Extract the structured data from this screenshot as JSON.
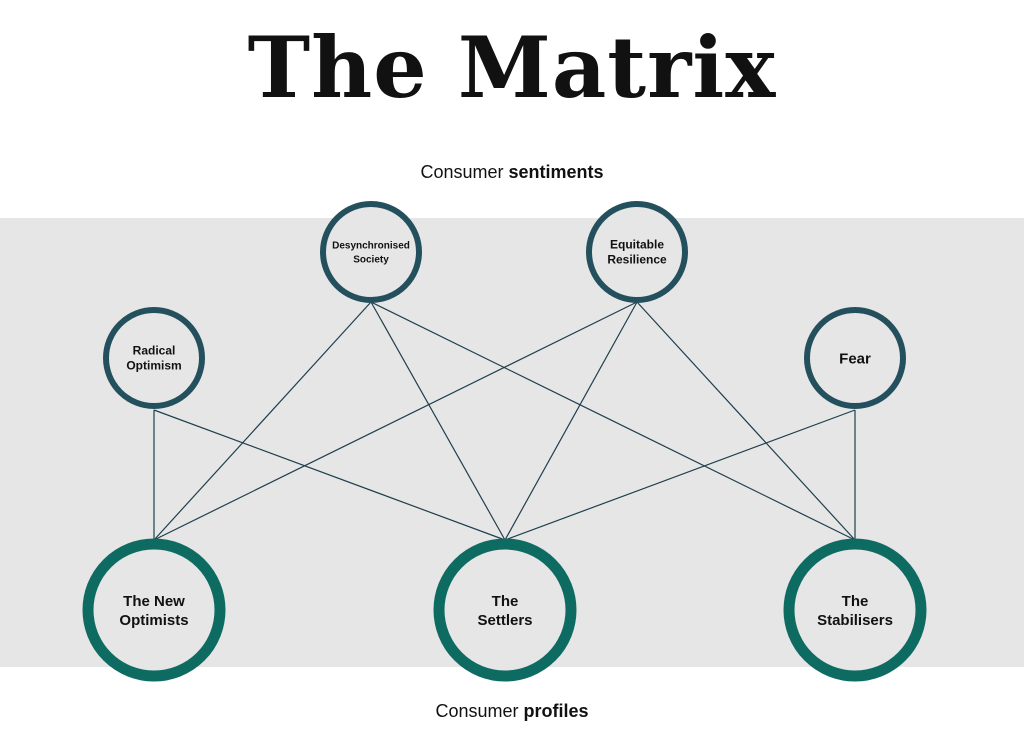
{
  "title": "The Matrix",
  "top_label": {
    "prefix": "Consumer",
    "emphasis": "sentiments"
  },
  "bottom_label": {
    "prefix": "Consumer",
    "emphasis": "profiles"
  },
  "colors": {
    "sentiment_ring": "#24505e",
    "profile_ring": "#0e6b62",
    "connector": "#1f3f4d",
    "band": "#e6e6e6"
  },
  "sentiments": [
    {
      "id": "radical-optimism",
      "lines": [
        "Radical",
        "Optimism"
      ]
    },
    {
      "id": "desynchronised-society",
      "lines": [
        "Desynchronised",
        "Society"
      ]
    },
    {
      "id": "equitable-resilience",
      "lines": [
        "Equitable",
        "Resilience"
      ]
    },
    {
      "id": "fear",
      "lines": [
        "Fear"
      ]
    }
  ],
  "profiles": [
    {
      "id": "the-new-optimists",
      "lines": [
        "The New",
        "Optimists"
      ]
    },
    {
      "id": "the-settlers",
      "lines": [
        "The",
        "Settlers"
      ]
    },
    {
      "id": "the-stabilisers",
      "lines": [
        "The",
        "Stabilisers"
      ]
    }
  ],
  "links": [
    [
      "radical-optimism",
      "the-new-optimists"
    ],
    [
      "radical-optimism",
      "the-settlers"
    ],
    [
      "desynchronised-society",
      "the-new-optimists"
    ],
    [
      "desynchronised-society",
      "the-settlers"
    ],
    [
      "desynchronised-society",
      "the-stabilisers"
    ],
    [
      "equitable-resilience",
      "the-new-optimists"
    ],
    [
      "equitable-resilience",
      "the-settlers"
    ],
    [
      "equitable-resilience",
      "the-stabilisers"
    ],
    [
      "fear",
      "the-settlers"
    ],
    [
      "fear",
      "the-stabilisers"
    ]
  ]
}
